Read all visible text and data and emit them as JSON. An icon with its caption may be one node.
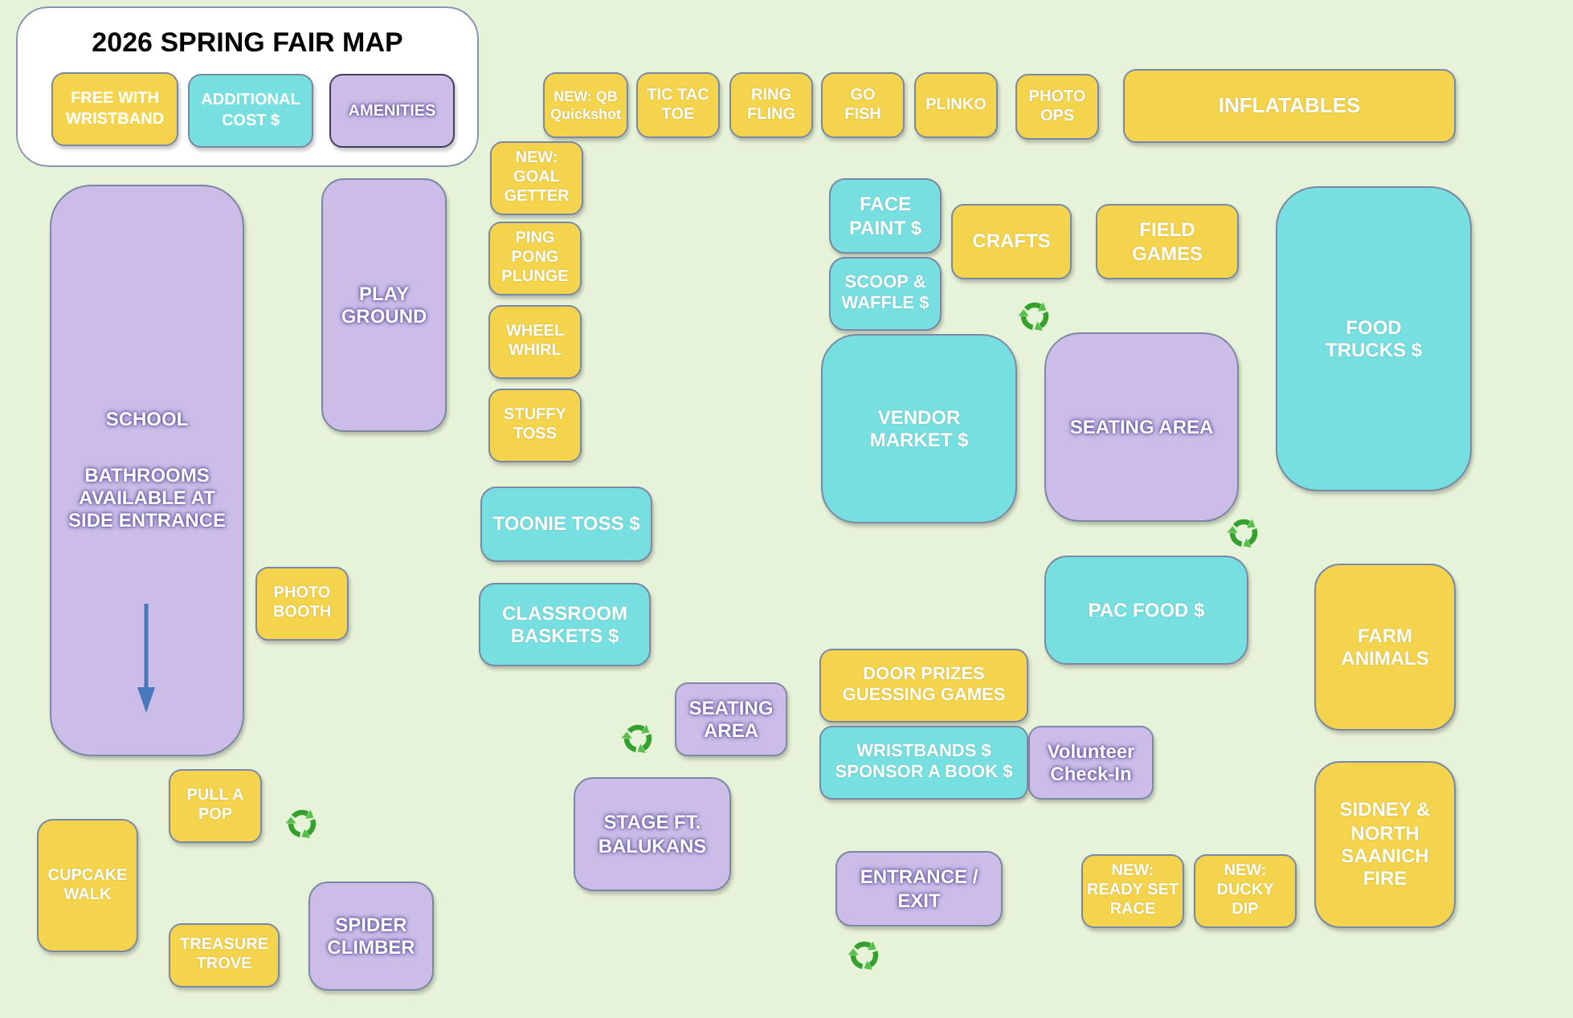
{
  "diagram": {
    "title": "2026 SPRING FAIR MAP",
    "nodes": [
      {
        "text": [
          "NEW: QB Quickshot"
        ]
      },
      {
        "text": [
          "TIC TAC TOE"
        ]
      },
      {
        "text": [
          "RING FLING"
        ]
      },
      {
        "text": [
          "GO FISH"
        ]
      },
      {
        "text": [
          "PLINKO"
        ]
      },
      {
        "text": [
          "PHOTO OPS"
        ]
      },
      {
        "text": [
          "INFLATABLES"
        ]
      },
      {
        "text": [
          "NEW: GOAL GETTER"
        ]
      },
      {
        "text": [
          "PLAY GROUND"
        ]
      },
      {
        "text": [
          "SCHOOL",
          "BATHROOMS AVAILABLE AT SIDE ENTRANCE"
        ]
      },
      {
        "text": [
          "FACE PAINT $"
        ]
      },
      {
        "text": [
          "FOOD TRUCKS $"
        ]
      },
      {
        "text": [
          "CRAFTS"
        ]
      },
      {
        "text": [
          "FIELD GAMES"
        ]
      },
      {
        "text": [
          "PING PONG PLUNGE"
        ]
      },
      {
        "text": [
          "SCOOP & WAFFLE $"
        ]
      },
      {
        "text": [
          "WHEEL WHIRL"
        ]
      },
      {
        "text": [
          "VENDOR MARKET $"
        ]
      },
      {
        "text": [
          "SEATING AREA"
        ]
      },
      {
        "text": [
          "STUFFY TOSS"
        ]
      },
      {
        "text": [
          "TOONIE TOSS $"
        ]
      },
      {
        "text": [
          "PAC FOOD $"
        ]
      },
      {
        "text": [
          "FARM ANIMALS"
        ]
      },
      {
        "text": [
          "PHOTO BOOTH"
        ]
      },
      {
        "text": [
          "CLASSROOM BASKETS $"
        ]
      },
      {
        "text": [
          "DOOR PRIZES",
          "GUESSING GAMES"
        ]
      },
      {
        "text": [
          "SEATING AREA"
        ]
      },
      {
        "text": [
          "WRISTBANDS $",
          "SPONSOR A BOOK $"
        ]
      },
      {
        "text": [
          "Volunteer Check-In"
        ]
      },
      {
        "text": [
          "SIDNEY & NORTH SAANICH FIRE"
        ]
      },
      {
        "text": [
          "PULL A POP"
        ]
      },
      {
        "text": [
          "STAGE FT. BALUKANS"
        ]
      },
      {
        "text": [
          "CUPCAKE WALK"
        ]
      },
      {
        "text": [
          "ENTRANCE / EXIT"
        ]
      },
      {
        "text": [
          "NEW: READY SET RACE"
        ]
      },
      {
        "text": [
          "NEW: DUCKY DIP"
        ]
      },
      {
        "text": [
          "SPIDER CLIMBER"
        ]
      },
      {
        "text": [
          "TREASURE TROVE"
        ]
      }
    ],
    "legend": [
      {
        "text": "FREE WITH WRISTBAND",
        "color": "#f4d44c"
      },
      {
        "text": "ADDITIONAL COST $",
        "color": "#78dfe0"
      },
      {
        "text": "AMENITIES",
        "color": "#cbbde8"
      }
    ]
  }
}
